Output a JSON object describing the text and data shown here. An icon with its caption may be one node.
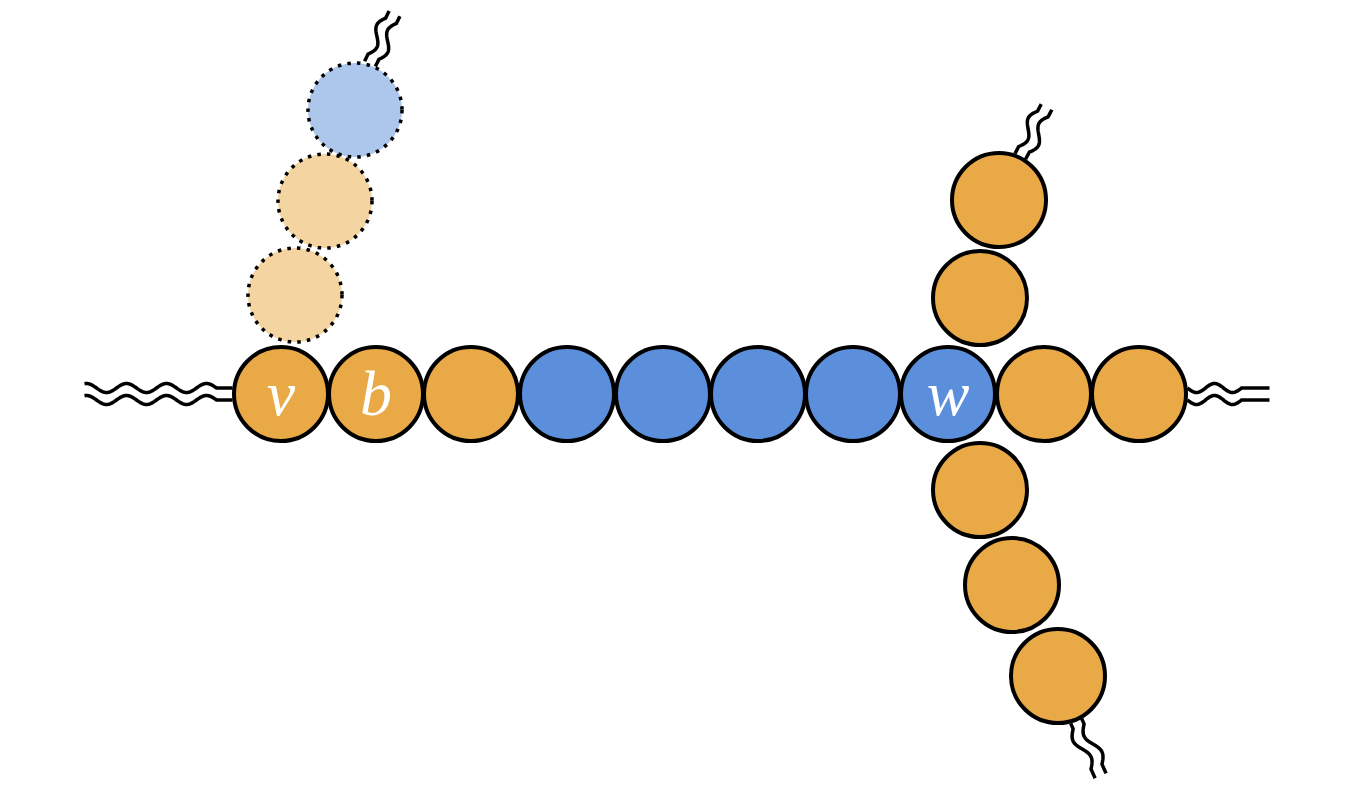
{
  "diagram": {
    "nodes": [
      {
        "text": [
          "v"
        ]
      },
      {
        "text": [
          "b"
        ]
      },
      {
        "text": [],
        "shape": "circle"
      },
      {
        "text": [],
        "shape": "circle"
      },
      {
        "text": [],
        "shape": "circle"
      },
      {
        "text": [],
        "shape": "circle"
      },
      {
        "text": [],
        "shape": "circle"
      },
      {
        "text": [
          "w"
        ]
      },
      {
        "text": [],
        "shape": "circle"
      },
      {
        "text": [],
        "shape": "circle"
      },
      {
        "text": [],
        "shape": "circle"
      },
      {
        "text": [],
        "shape": "circle"
      },
      {
        "text": [],
        "shape": "circle"
      },
      {
        "text": [],
        "shape": "circle"
      },
      {
        "text": [],
        "shape": "circle"
      },
      {
        "text": [],
        "shape": "circle"
      },
      {
        "text": [],
        "shape": "circle"
      },
      {
        "text": [],
        "shape": "circle"
      }
    ],
    "edges": [
      {
        "from": 0,
        "to": null,
        "arrow": "none"
      },
      {
        "from": 9,
        "to": null,
        "arrow": "none"
      },
      {
        "from": 10,
        "to": null,
        "arrow": "none"
      },
      {
        "from": 13,
        "to": null,
        "arrow": "none"
      },
      {
        "from": 17,
        "to": null,
        "arrow": "none"
      }
    ]
  }
}
